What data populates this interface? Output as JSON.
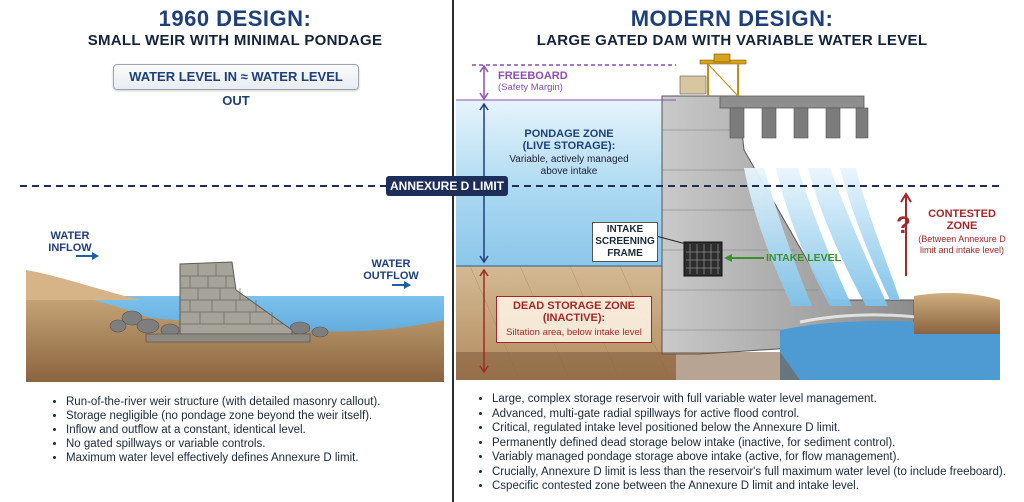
{
  "left": {
    "title": "1960 DESIGN:",
    "subtitle": "SMALL WEIR WITH MINIMAL PONDAGE",
    "badge": "WATER LEVEL IN ≈ WATER LEVEL OUT",
    "inflow_label": [
      "WATER",
      "INFLOW"
    ],
    "outflow_label": [
      "WATER",
      "OUTFLOW"
    ],
    "bullets": [
      "Run-of-the-river weir structure (with detailed masonry callout).",
      "Storage negligible (no pondage zone beyond the weir itself).",
      "Inflow and outflow at a constant, identical level.",
      "No gated spillways or variable controls.",
      "Maximum water level effectively defines Annexure D limit."
    ]
  },
  "annexure_label": "ANNEXURE D LIMIT",
  "right": {
    "title": "MODERN DESIGN:",
    "subtitle": "LARGE GATED DAM WITH VARIABLE WATER LEVEL",
    "freeboard": {
      "title": "FREEBOARD",
      "note": "(Safety Margin)"
    },
    "pondage": {
      "title": [
        "PONDAGE ZONE",
        "(LIVE STORAGE):"
      ],
      "note": [
        "Variable, actively managed",
        "above intake"
      ]
    },
    "intake_screen": [
      "INTAKE",
      "SCREENING",
      "FRAME"
    ],
    "intake_level": "INTAKE LEVEL",
    "dead_storage": {
      "title": [
        "DEAD STORAGE ZONE",
        "(INACTIVE):"
      ],
      "note": "Siltation area, below intake level"
    },
    "contested": {
      "mark": "?",
      "title": [
        "CONTESTED",
        "ZONE"
      ],
      "note": [
        "(Between Annexure D",
        "limit and intake level)"
      ]
    },
    "bullets": [
      "Large, complex storage reservoir with full variable water level management.",
      "Advanced, multi-gate radial spillways for active flood control.",
      "Critical, regulated intake level positioned below the Annexure D limit.",
      "Permanently defined dead storage below intake (inactive, for sediment control).",
      "Variably managed pondage storage above intake (active, for flow management).",
      "Crucially, Annexure D limit is less than the reservoir's full maximum water level (to include freeboard).",
      "Cspecific contested zone between the Annexure D limit and intake level."
    ]
  },
  "colors": {
    "water": "#5aa9dc",
    "water_dark": "#2f7fbd",
    "soil": "#c9a16e",
    "concrete": "#9a9a9a",
    "purple": "#8a4fb0",
    "red": "#a3282a",
    "green": "#3e8f2c",
    "navy": "#1d2e5a"
  }
}
